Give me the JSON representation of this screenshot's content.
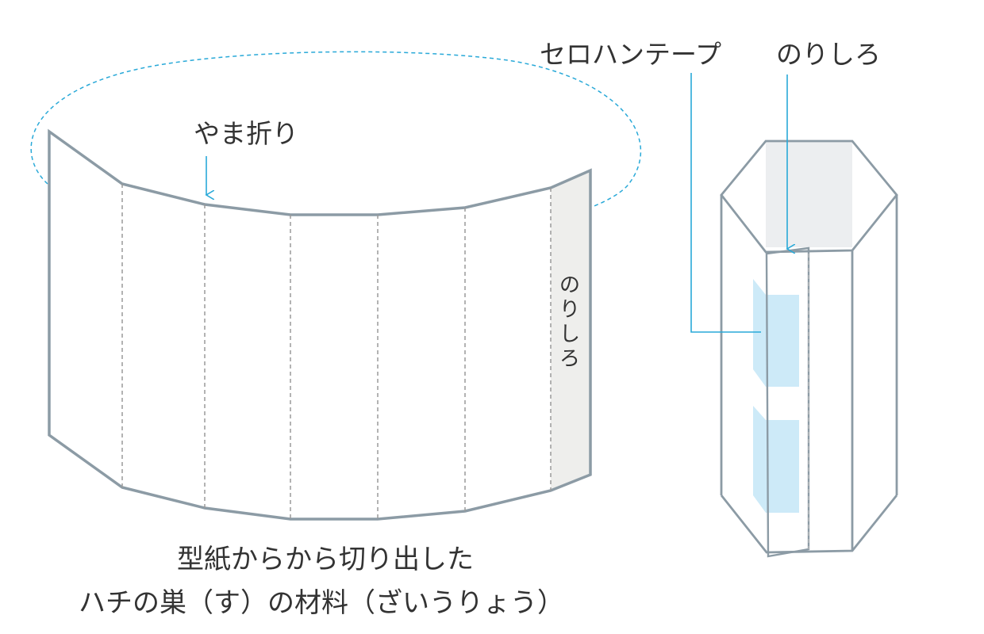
{
  "labels": {
    "mountain_fold": "やま折り",
    "glue_tab_vertical": [
      "の",
      "り",
      "し",
      "ろ"
    ],
    "cellophane_tape": "セロハンテープ",
    "glue_tab": "のりしろ",
    "caption_line1": "型紙からから切り出した",
    "caption_line2": "ハチの巣（す）の材料（ざいうりょう）"
  },
  "colors": {
    "outline": "#8C9BA5",
    "fold_dash": "#9A9A9A",
    "accent": "#29A9D8",
    "glue_fill": "#EEEEEC",
    "tape_fill": "#CDEAF8",
    "inner_fill": "#ECEEF0",
    "text": "#333333"
  }
}
